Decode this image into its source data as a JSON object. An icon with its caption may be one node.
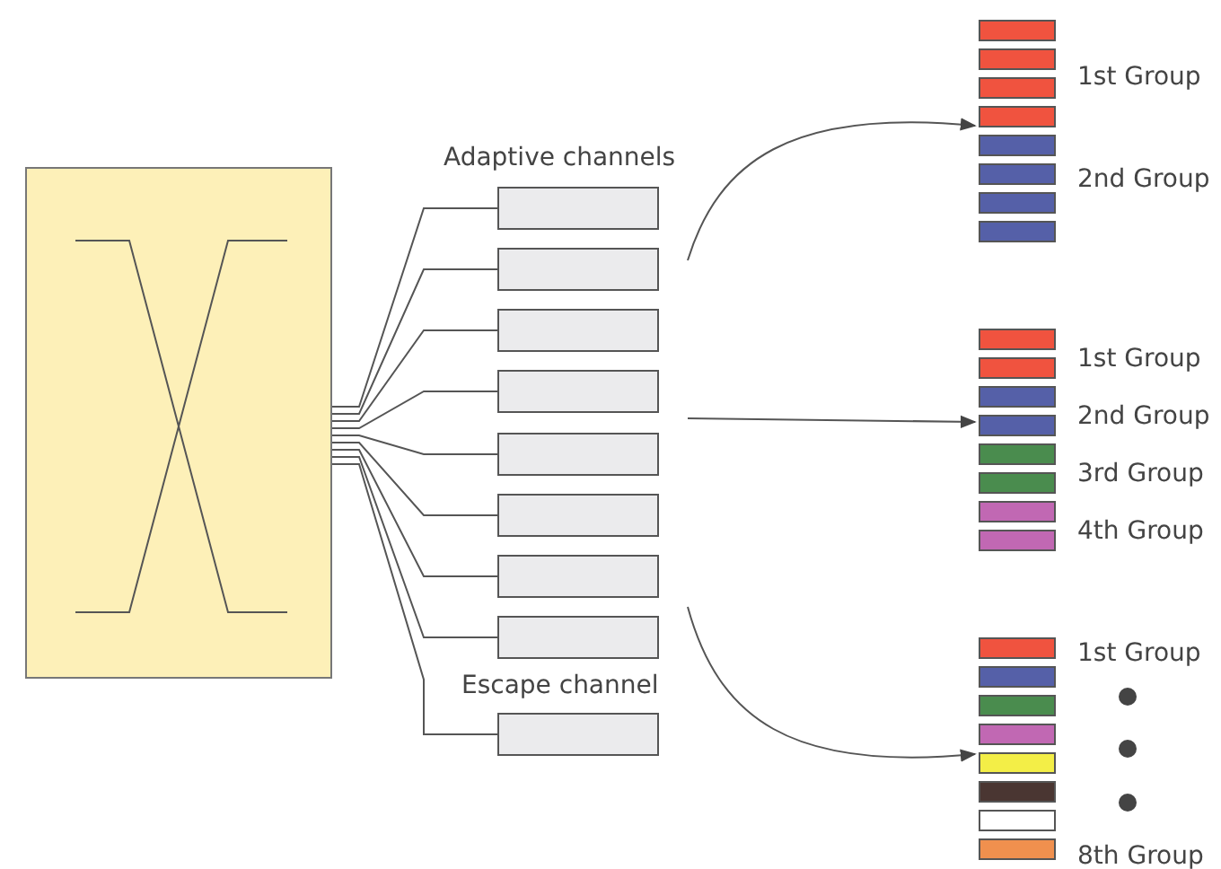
{
  "diagram": {
    "nodes": [
      {
        "text": [],
        "shape": "box"
      },
      {
        "text": [],
        "shape": "box"
      },
      {
        "text": [],
        "shape": "box"
      },
      {
        "text": [],
        "shape": "box"
      },
      {
        "text": [],
        "shape": "box"
      },
      {
        "text": [],
        "shape": "box"
      },
      {
        "text": [],
        "shape": "box"
      },
      {
        "text": [],
        "shape": "box"
      },
      {
        "text": [],
        "shape": "box"
      },
      {
        "text": [],
        "shape": "box"
      },
      {
        "text": [],
        "shape": "bar"
      },
      {
        "text": [],
        "shape": "bar"
      },
      {
        "text": [],
        "shape": "bar"
      }
    ],
    "edges": [
      {
        "from": 0,
        "to": 1,
        "arrow": "none"
      },
      {
        "from": 0,
        "to": 2,
        "arrow": "none"
      },
      {
        "from": 0,
        "to": 3,
        "arrow": "none"
      },
      {
        "from": 0,
        "to": 4,
        "arrow": "none"
      },
      {
        "from": 0,
        "to": 5,
        "arrow": "none"
      },
      {
        "from": 0,
        "to": 6,
        "arrow": "none"
      },
      {
        "from": 0,
        "to": 7,
        "arrow": "none"
      },
      {
        "from": 0,
        "to": 8,
        "arrow": "none"
      },
      {
        "from": 0,
        "to": 9,
        "arrow": "none"
      },
      {
        "from": null,
        "to": 10,
        "arrow": "to"
      },
      {
        "from": null,
        "to": 11,
        "arrow": "to"
      },
      {
        "from": null,
        "to": 12,
        "arrow": "to"
      }
    ],
    "labels": [
      "1st Group",
      "Adaptive channels",
      "2nd Group",
      "1st Group",
      "2nd Group",
      "3rd Group",
      "4th Group",
      "1st Group",
      "Escape channel",
      "8th Group"
    ]
  }
}
